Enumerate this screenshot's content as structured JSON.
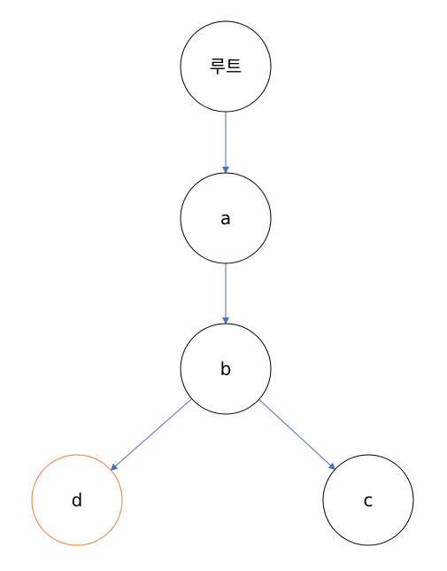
{
  "diagram": {
    "colors": {
      "node_border": "#000000",
      "node_highlight_border": "#ED7D31",
      "edge": "#4472C4"
    },
    "nodes": [
      {
        "id": "root",
        "label": "루트",
        "highlighted": false
      },
      {
        "id": "a",
        "label": "a",
        "highlighted": false
      },
      {
        "id": "b",
        "label": "b",
        "highlighted": false
      },
      {
        "id": "d",
        "label": "d",
        "highlighted": true
      },
      {
        "id": "c",
        "label": "c",
        "highlighted": false
      }
    ],
    "edges": [
      {
        "from": "root",
        "to": "a"
      },
      {
        "from": "a",
        "to": "b"
      },
      {
        "from": "b",
        "to": "d"
      },
      {
        "from": "b",
        "to": "c"
      }
    ]
  }
}
